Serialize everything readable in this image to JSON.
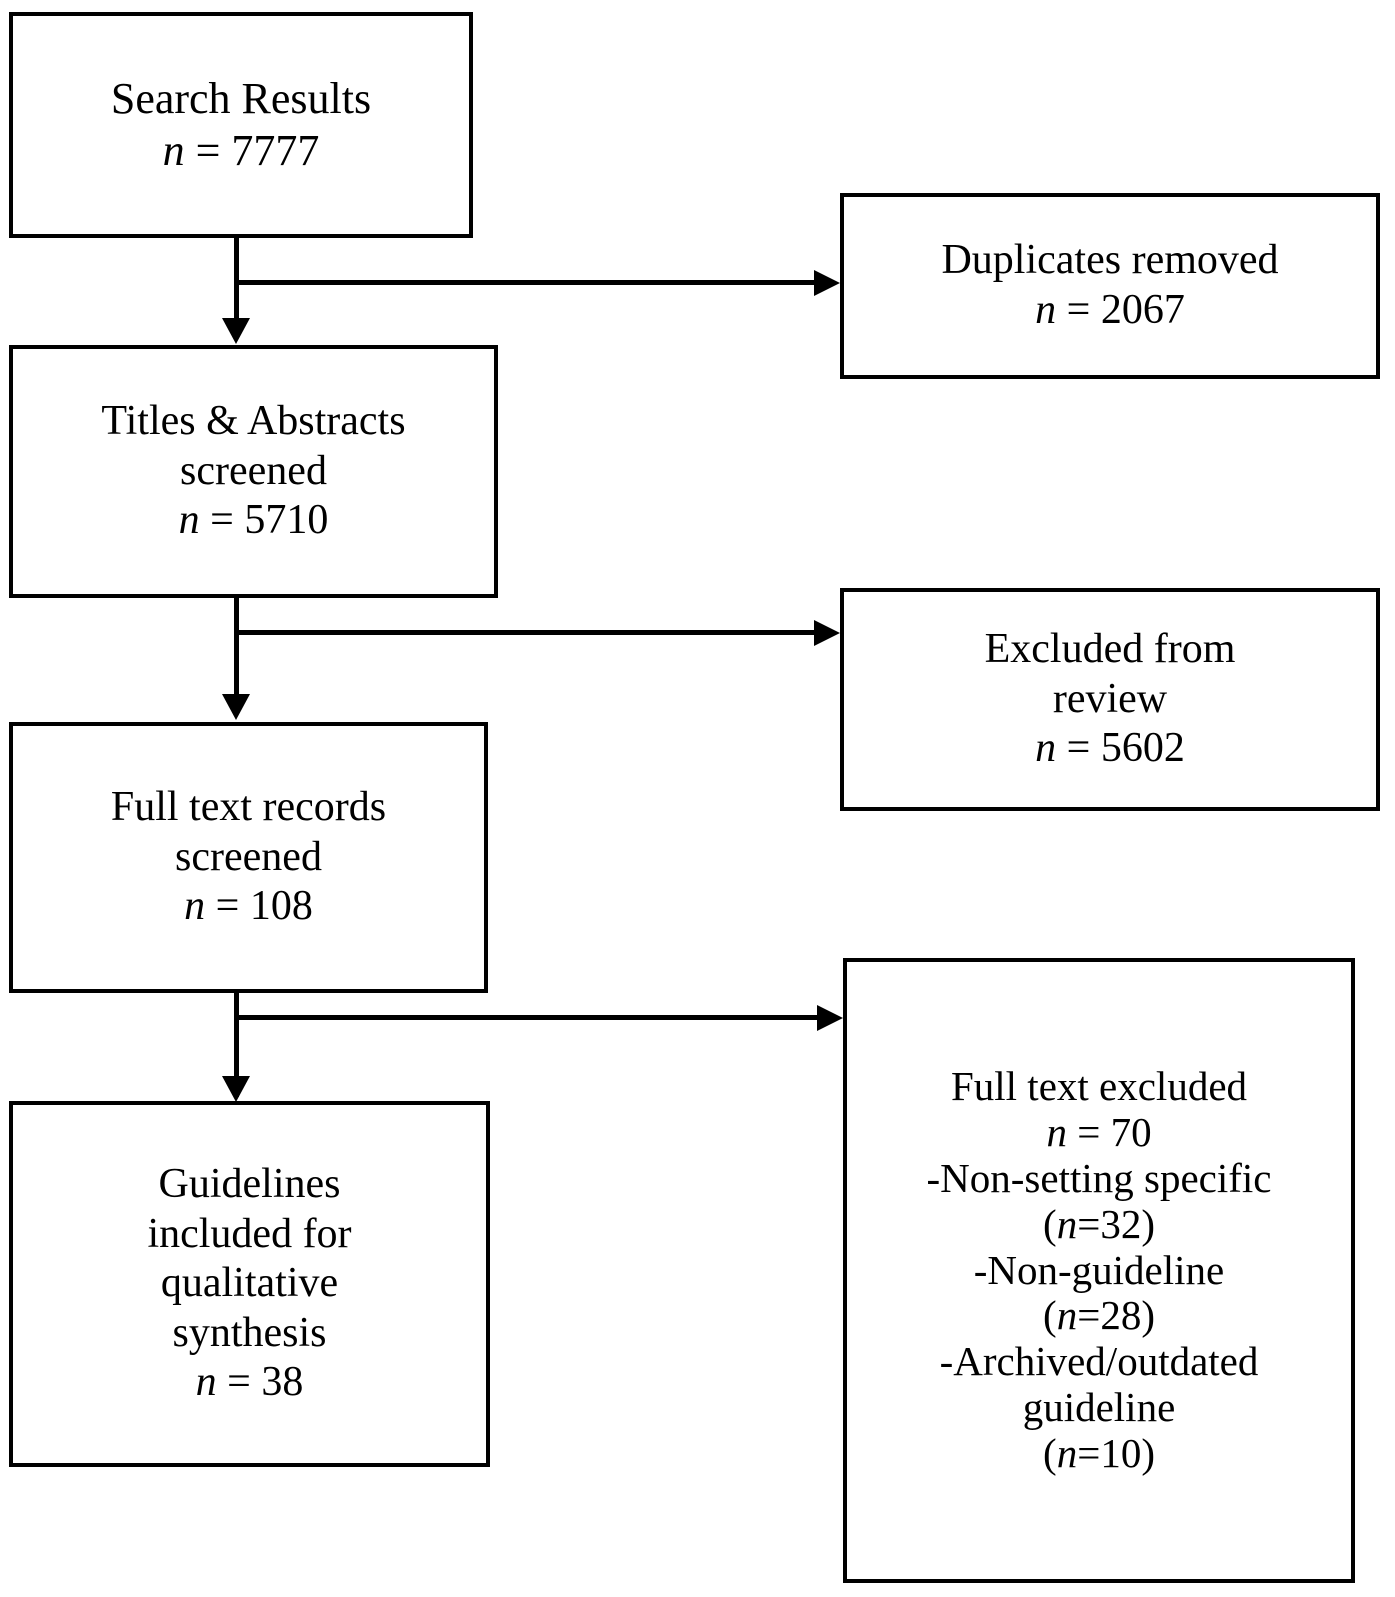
{
  "diagram": {
    "title": "PRISMA study selection flow diagram",
    "type": "flowchart",
    "stroke_color": "#000000",
    "background_color": "#ffffff",
    "boxes": {
      "search_results": {
        "label": "Search Results",
        "n_prefix": "n",
        "n_separator": " = ",
        "n_value": "7777"
      },
      "duplicates_removed": {
        "label": "Duplicates removed",
        "n_prefix": "n",
        "n_separator": " = ",
        "n_value": "2067"
      },
      "titles_abstracts": {
        "label_line1": "Titles & Abstracts",
        "label_line2": "screened",
        "n_prefix": "n",
        "n_separator": " = ",
        "n_value": "5710"
      },
      "excluded_review": {
        "label_line1": "Excluded from",
        "label_line2": "review",
        "n_prefix": "n",
        "n_separator": " = ",
        "n_value": "5602"
      },
      "fulltext_screened": {
        "label_line1": "Full text records",
        "label_line2": "screened",
        "n_prefix": "n",
        "n_separator": " = ",
        "n_value": "108"
      },
      "fulltext_excluded": {
        "label": "Full text excluded",
        "n_prefix": "n",
        "n_separator": " = ",
        "n_value": "70",
        "reasons": [
          {
            "text_line1": "-Non-setting specific",
            "text_line2": "",
            "n_open": "(",
            "n_prefix": "n",
            "n_separator": "=",
            "n_value": "32",
            "n_close": ")"
          },
          {
            "text_line1": "-Non-guideline",
            "text_line2": "",
            "n_open": "(",
            "n_prefix": "n",
            "n_separator": "=",
            "n_value": "28",
            "n_close": ")"
          },
          {
            "text_line1": "-Archived/outdated",
            "text_line2": "guideline",
            "n_open": "(",
            "n_prefix": "n",
            "n_separator": "=",
            "n_value": "10",
            "n_close": ")"
          }
        ]
      },
      "guidelines_included": {
        "label_line1": "Guidelines",
        "label_line2": "included for",
        "label_line3": "qualitative",
        "label_line4": "synthesis",
        "n_prefix": "n",
        "n_separator": " = ",
        "n_value": "38"
      }
    },
    "connectors": [
      {
        "name": "search-to-titles",
        "kind": "arrow-down"
      },
      {
        "name": "search-to-duplicates",
        "kind": "arrow-right"
      },
      {
        "name": "titles-to-fulltext",
        "kind": "arrow-down"
      },
      {
        "name": "titles-to-excluded",
        "kind": "arrow-right"
      },
      {
        "name": "fulltext-to-guidelines",
        "kind": "arrow-down"
      },
      {
        "name": "fulltext-to-fulltext-excluded",
        "kind": "arrow-right"
      }
    ]
  }
}
